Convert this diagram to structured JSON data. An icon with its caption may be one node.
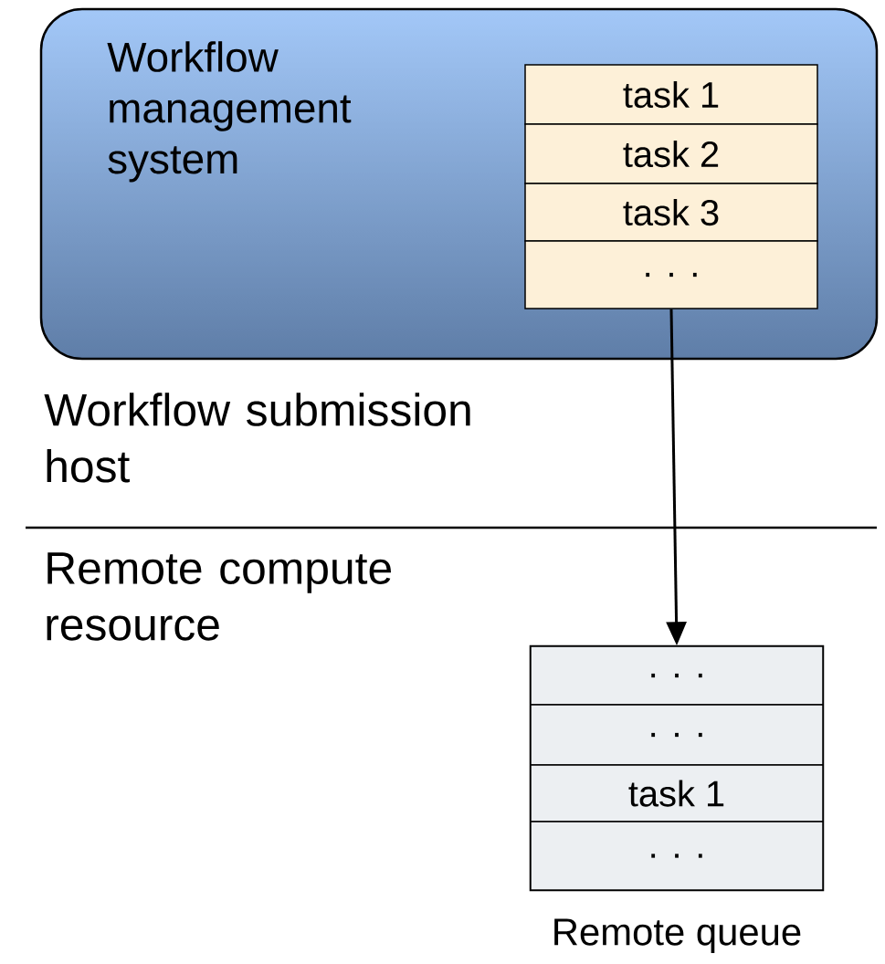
{
  "diagram": {
    "nodes": [
      {
        "text": [
          "Workflow management system"
        ]
      },
      {
        "text": [
          "task 1"
        ],
        "in": 0
      },
      {
        "text": [
          "task 2"
        ],
        "in": 0
      },
      {
        "text": [
          "task 3"
        ],
        "in": 0
      },
      {
        "text": [
          ". . ."
        ],
        "in": 0
      },
      {
        "text": [
          "Remote queue"
        ]
      },
      {
        "text": [
          ". . ."
        ],
        "in": 5
      },
      {
        "text": [
          ". . ."
        ],
        "in": 5
      },
      {
        "text": [
          "task 1"
        ],
        "in": 5
      },
      {
        "text": [
          ". . ."
        ],
        "in": 5
      }
    ],
    "edges": [
      {
        "from": 4,
        "to": 6,
        "arrow": "to"
      }
    ],
    "labels": [
      "Workflow submission host",
      "Remote compute resource"
    ]
  }
}
